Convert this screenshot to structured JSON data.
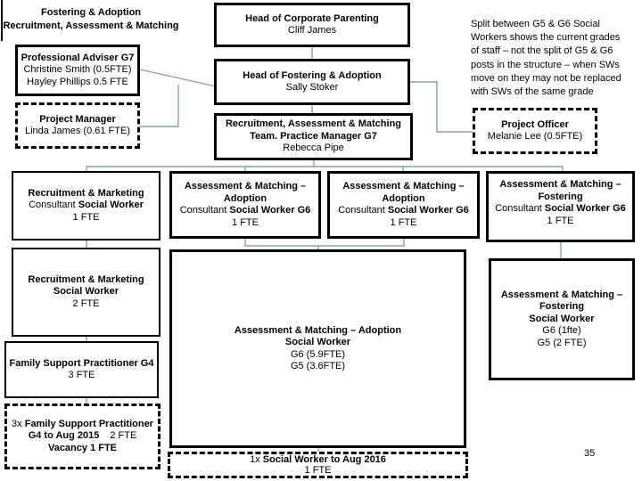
{
  "slide": {
    "page_number": "35"
  },
  "header": {
    "title_line1": "Fostering & Adoption",
    "title_line2": "Recruitment, Assessment & Matching"
  },
  "note": {
    "lines": [
      "Split between G5 & G6 Social",
      "Workers shows the current grades",
      "of staff – not the split of G5 & G6",
      "posts in the structure – when SWs",
      "move on they may not be replaced",
      "with SWs of the same grade"
    ]
  },
  "boxes": {
    "head_corporate_parenting": {
      "title": "Head of Corporate Parenting",
      "name": "Cliff James"
    },
    "head_fostering_adoption": {
      "title": "Head of Fostering & Adoption",
      "name": "Sally Stoker"
    },
    "ram_team": {
      "title_line1": "Recruitment, Assessment & Matching",
      "title_line2": "Team. Practice Manager G7",
      "name": "Rebecca Pipe"
    },
    "professional_adviser": {
      "title": "Professional Adviser G7",
      "line2": "Christine Smith (0.5FTE)",
      "line3": "Hayley Phillips 0.5 FTE"
    },
    "project_manager": {
      "title": "Project Manager",
      "line2": "Linda James (0.61 FTE)"
    },
    "project_officer": {
      "title": "Project Officer",
      "line2": "Melanie Lee (0.5FTE)"
    },
    "recruitment_consultant": {
      "l1": "Recruitment & Marketing",
      "l2a": "Consultant ",
      "l2b": "Social Worker",
      "fte": "1 FTE"
    },
    "am_adoption_consultant_1": {
      "l1": "Assessment & Matching –",
      "l2": "Adoption",
      "l3a": "Consultant ",
      "l3b": "Social Worker G6",
      "fte": "1 FTE"
    },
    "am_adoption_consultant_2": {
      "l1": "Assessment & Matching –",
      "l2": "Adoption",
      "l3a": "Consultant ",
      "l3b": "Social Worker G6",
      "fte": "1 FTE"
    },
    "am_fostering_consultant": {
      "l1": "Assessment & Matching –",
      "l2": "Fostering",
      "l3a": "Consultant ",
      "l3b": "Social Worker G6",
      "fte": "1 FTE"
    },
    "recruitment_sw": {
      "l1": "Recruitment & Marketing",
      "l2": "Social Worker",
      "fte": "2 FTE"
    },
    "am_adoption_sw": {
      "l1": "Assessment & Matching – Adoption",
      "l2": "Social Worker",
      "l3": "G6 (5.9FTE)",
      "l4": "G5 (3.6FTE)"
    },
    "am_fostering_sw": {
      "l1": "Assessment & Matching –",
      "l2": "Fostering",
      "l3": "Social Worker",
      "l4": "G6 (1fte)",
      "l5": "G5 (2 FTE)"
    },
    "family_support": {
      "l1": "Family Support Practitioner G4",
      "fte": "3 FTE"
    },
    "family_support_vacancy": {
      "l1a": "3x ",
      "l1b": "Family Support Practitioner",
      "l2a": "G4 to Aug 2015",
      "l2b": "2 FTE",
      "l3": "Vacancy 1 FTE"
    },
    "social_worker_temp": {
      "l1a": "1x ",
      "l1b": "Social Worker to Aug 2016",
      "fte": "1 FTE"
    }
  },
  "colors": {
    "connector": "#84a0b0",
    "border": "#000000"
  }
}
